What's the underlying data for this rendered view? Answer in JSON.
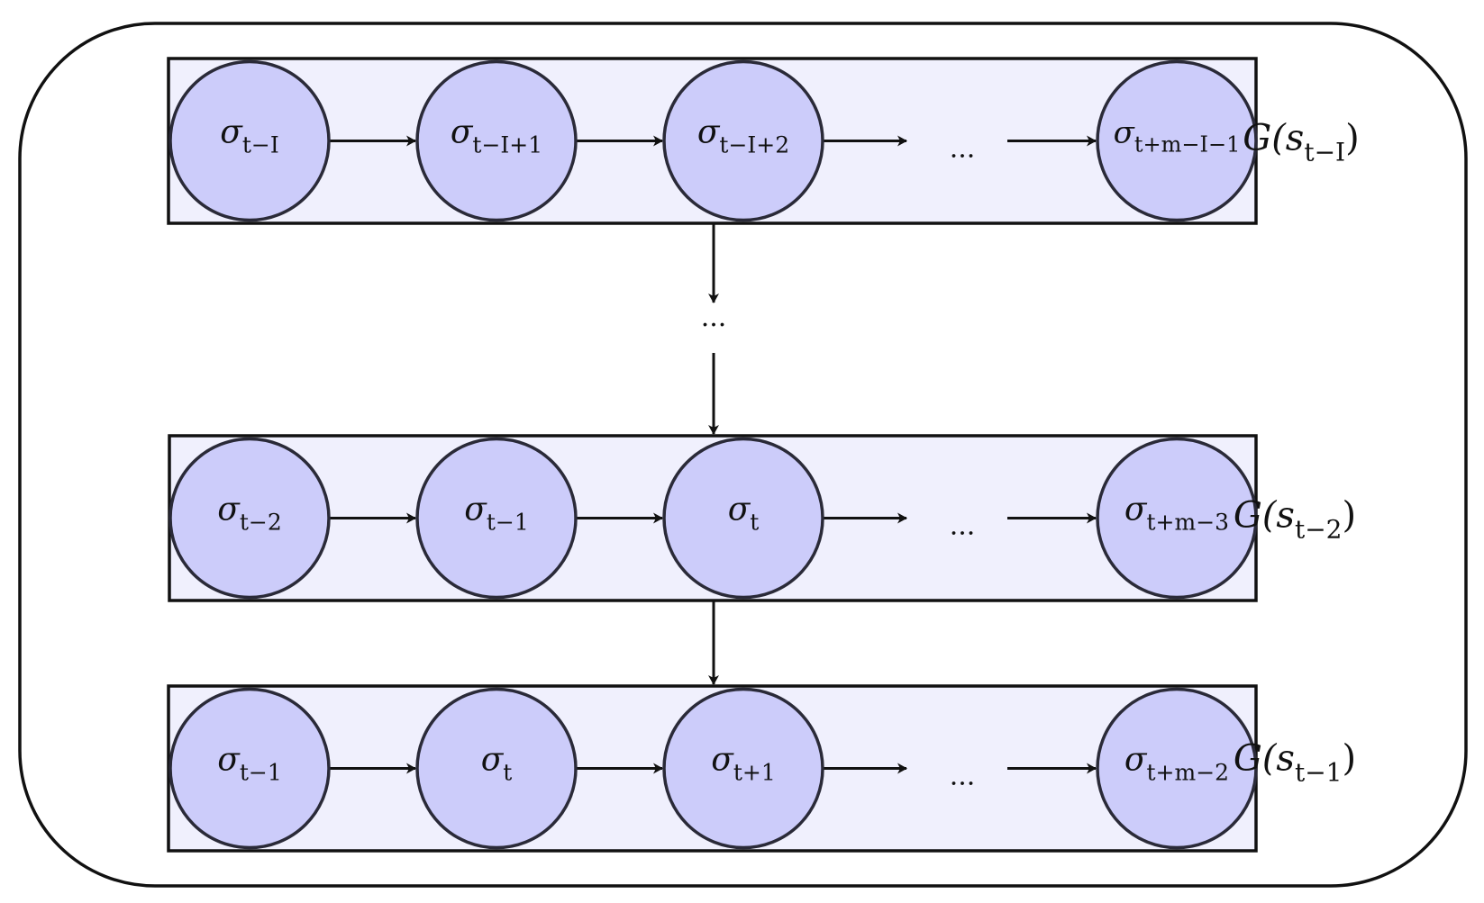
{
  "colors": {
    "node_fill": "#ccccfa",
    "node_stroke": "#2a2a38",
    "row_fill": "#f0f0fd",
    "row_stroke": "#111111",
    "arrow": "#111111",
    "frame_stroke": "#111111"
  },
  "ellipsis": "...",
  "rows": [
    {
      "label": {
        "base": "G(s",
        "sub": "t−I",
        "close": ")"
      },
      "nodes": [
        {
          "base": "σ",
          "sub": "t−I"
        },
        {
          "base": "σ",
          "sub": "t−I+1"
        },
        {
          "base": "σ",
          "sub": "t−I+2"
        },
        {
          "base": "σ",
          "sub": "t+m−I−1"
        }
      ]
    },
    {
      "label": {
        "base": "G(s",
        "sub": "t−2",
        "close": ")"
      },
      "nodes": [
        {
          "base": "σ",
          "sub": "t−2"
        },
        {
          "base": "σ",
          "sub": "t−1"
        },
        {
          "base": "σ",
          "sub": "t"
        },
        {
          "base": "σ",
          "sub": "t+m−3"
        }
      ]
    },
    {
      "label": {
        "base": "G(s",
        "sub": "t−1",
        "close": ")"
      },
      "nodes": [
        {
          "base": "σ",
          "sub": "t−1"
        },
        {
          "base": "σ",
          "sub": "t"
        },
        {
          "base": "σ",
          "sub": "t+1"
        },
        {
          "base": "σ",
          "sub": "t+m−2"
        }
      ]
    }
  ]
}
